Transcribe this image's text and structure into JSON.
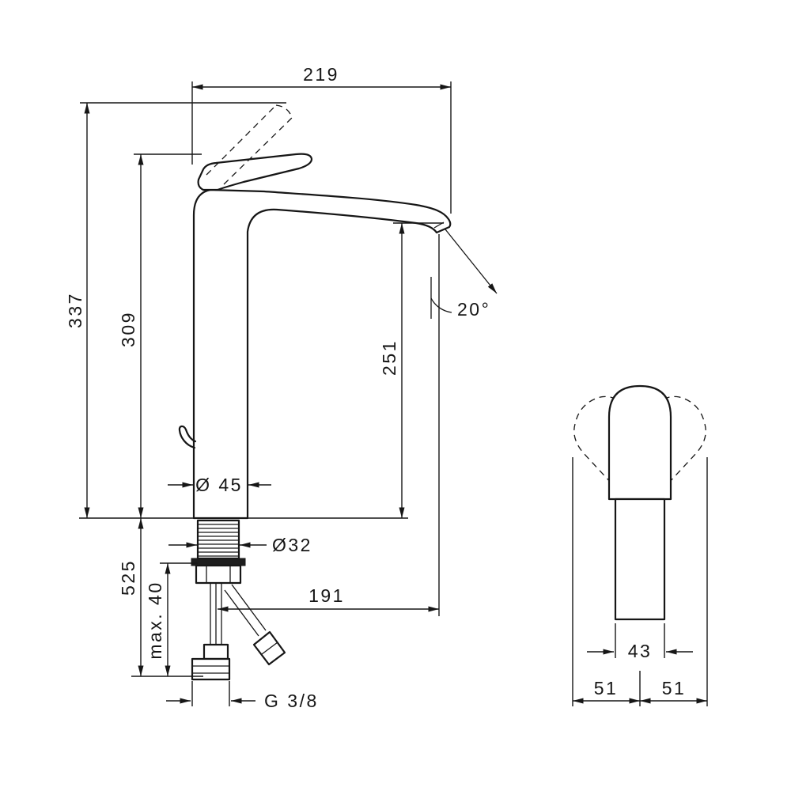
{
  "colors": {
    "background": "#ffffff",
    "line": "#161616"
  },
  "drawing": {
    "main_view": {
      "width_top": "219",
      "height_total": "337",
      "height_body": "309",
      "height_spout_outlet": "251",
      "spout_angle": "20°",
      "base_diameter": "Ø 45",
      "shank_diameter": "Ø32",
      "length_below_deck": "525",
      "mounting_thickness_max": "max. 40",
      "spout_reach": "191",
      "hose_thread": "G 3/8"
    },
    "front_view": {
      "body_width": "43",
      "handle_swing_left": "51",
      "handle_swing_right": "51"
    }
  }
}
